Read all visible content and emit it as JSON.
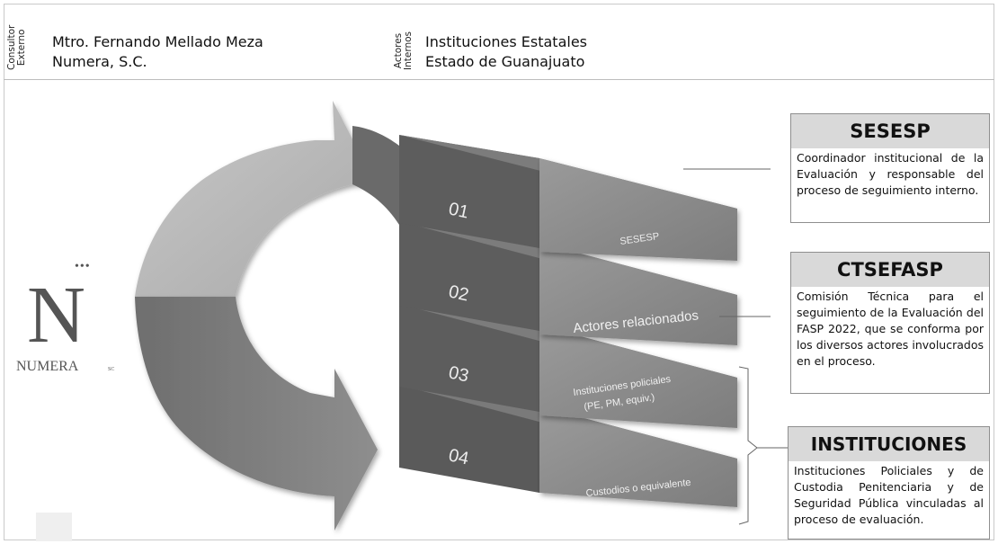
{
  "header": {
    "left_label_line1": "Consultor",
    "left_label_line2": "Externo",
    "consultant_name": "Mtro. Fernando Mellado Meza",
    "consultant_company": "Numera, S.C.",
    "right_label_line1": "Actores",
    "right_label_line2": "Internos",
    "actors_line1": "Instituciones Estatales",
    "actors_line2": "Estado de  Guanajuato"
  },
  "logo": {
    "letter": "N",
    "dots": "•••",
    "wordmark": "NUMERA",
    "suffix": "SC"
  },
  "layers": [
    {
      "number": "01",
      "label": "SESESP"
    },
    {
      "number": "02",
      "label": "Actores relacionados"
    },
    {
      "number": "03",
      "label_line1": "Instituciones policiales",
      "label_line2": "(PE, PM, equiv.)"
    },
    {
      "number": "04",
      "label": "Custodios o equivalente"
    }
  ],
  "cards": [
    {
      "title": "SESESP",
      "body": "Coordinador institucional de la Evaluación y responsable del proceso de seguimiento interno."
    },
    {
      "title": "CTSEFASP",
      "body": "Comisión Técnica para el seguimiento de la Evaluación del FASP 2022, que se conforma por los diversos actores involucrados en el proceso."
    },
    {
      "title": "INSTITUCIONES",
      "body": "Instituciones Policiales y de Custodia Penitenciaria y de Seguridad Pública vinculadas al proceso de evaluación."
    }
  ],
  "colors": {
    "arrow_light": "#b9b9b9",
    "arrow_dark": "#7a7a7a",
    "layer_top": "#8c8c8c",
    "layer_side": "#616161",
    "card_title_bg": "#d9d9d9"
  }
}
